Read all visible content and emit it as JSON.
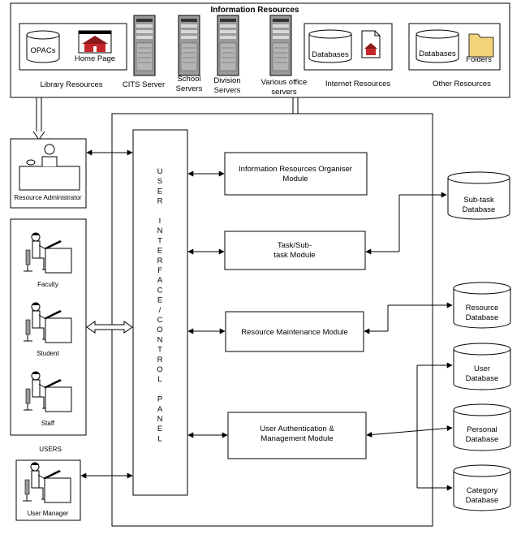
{
  "colors": {
    "line": "#000000",
    "background": "#ffffff",
    "server": "#9a9a9a",
    "folder": "#f2d27a",
    "home_roof": "#8b1a1a",
    "home_wall": "#c4262a"
  },
  "info_resources": {
    "title": "Information Resources",
    "opacs": "OPACs",
    "home_page": "Home Page",
    "library_resources": "Library Resources",
    "cits_server": "CITS Server",
    "school_servers": [
      "School",
      "Servers"
    ],
    "division_servers": [
      "Division",
      "Servers"
    ],
    "various_servers": [
      "Various office",
      "servers"
    ],
    "internet_databases": "Databases",
    "internet_resources": "Internet Resources",
    "other_databases": "Databases",
    "folders": "Folders",
    "other_resources": "Other Resources"
  },
  "users": {
    "resource_admin": "Resource Administrator",
    "faculty": "Faculty",
    "student": "Student",
    "staff": "Staff",
    "users_label": "USERS",
    "user_manager": "User Manager"
  },
  "panel": {
    "letters": [
      "U",
      "S",
      "E",
      "R",
      "",
      "I",
      "N",
      "T",
      "E",
      "R",
      "F",
      "A",
      "C",
      "E",
      "/",
      "C",
      "O",
      "N",
      "T",
      "R",
      "O",
      "L",
      "",
      "P",
      "A",
      "N",
      "E",
      "L"
    ]
  },
  "modules": {
    "iro": [
      "Information Resources Organiser",
      "Module"
    ],
    "task": [
      "Task/Sub-",
      "task Module"
    ],
    "resource": [
      "Resource Maintenance Module"
    ],
    "auth": [
      "User Authentication &",
      "Management Module"
    ]
  },
  "databases": {
    "subtask": [
      "Sub-task",
      "Database"
    ],
    "resource": [
      "Resource",
      "Database"
    ],
    "user": [
      "User",
      "Database"
    ],
    "personal": [
      "Personal",
      "Database"
    ],
    "category": [
      "Category",
      "Database"
    ]
  }
}
